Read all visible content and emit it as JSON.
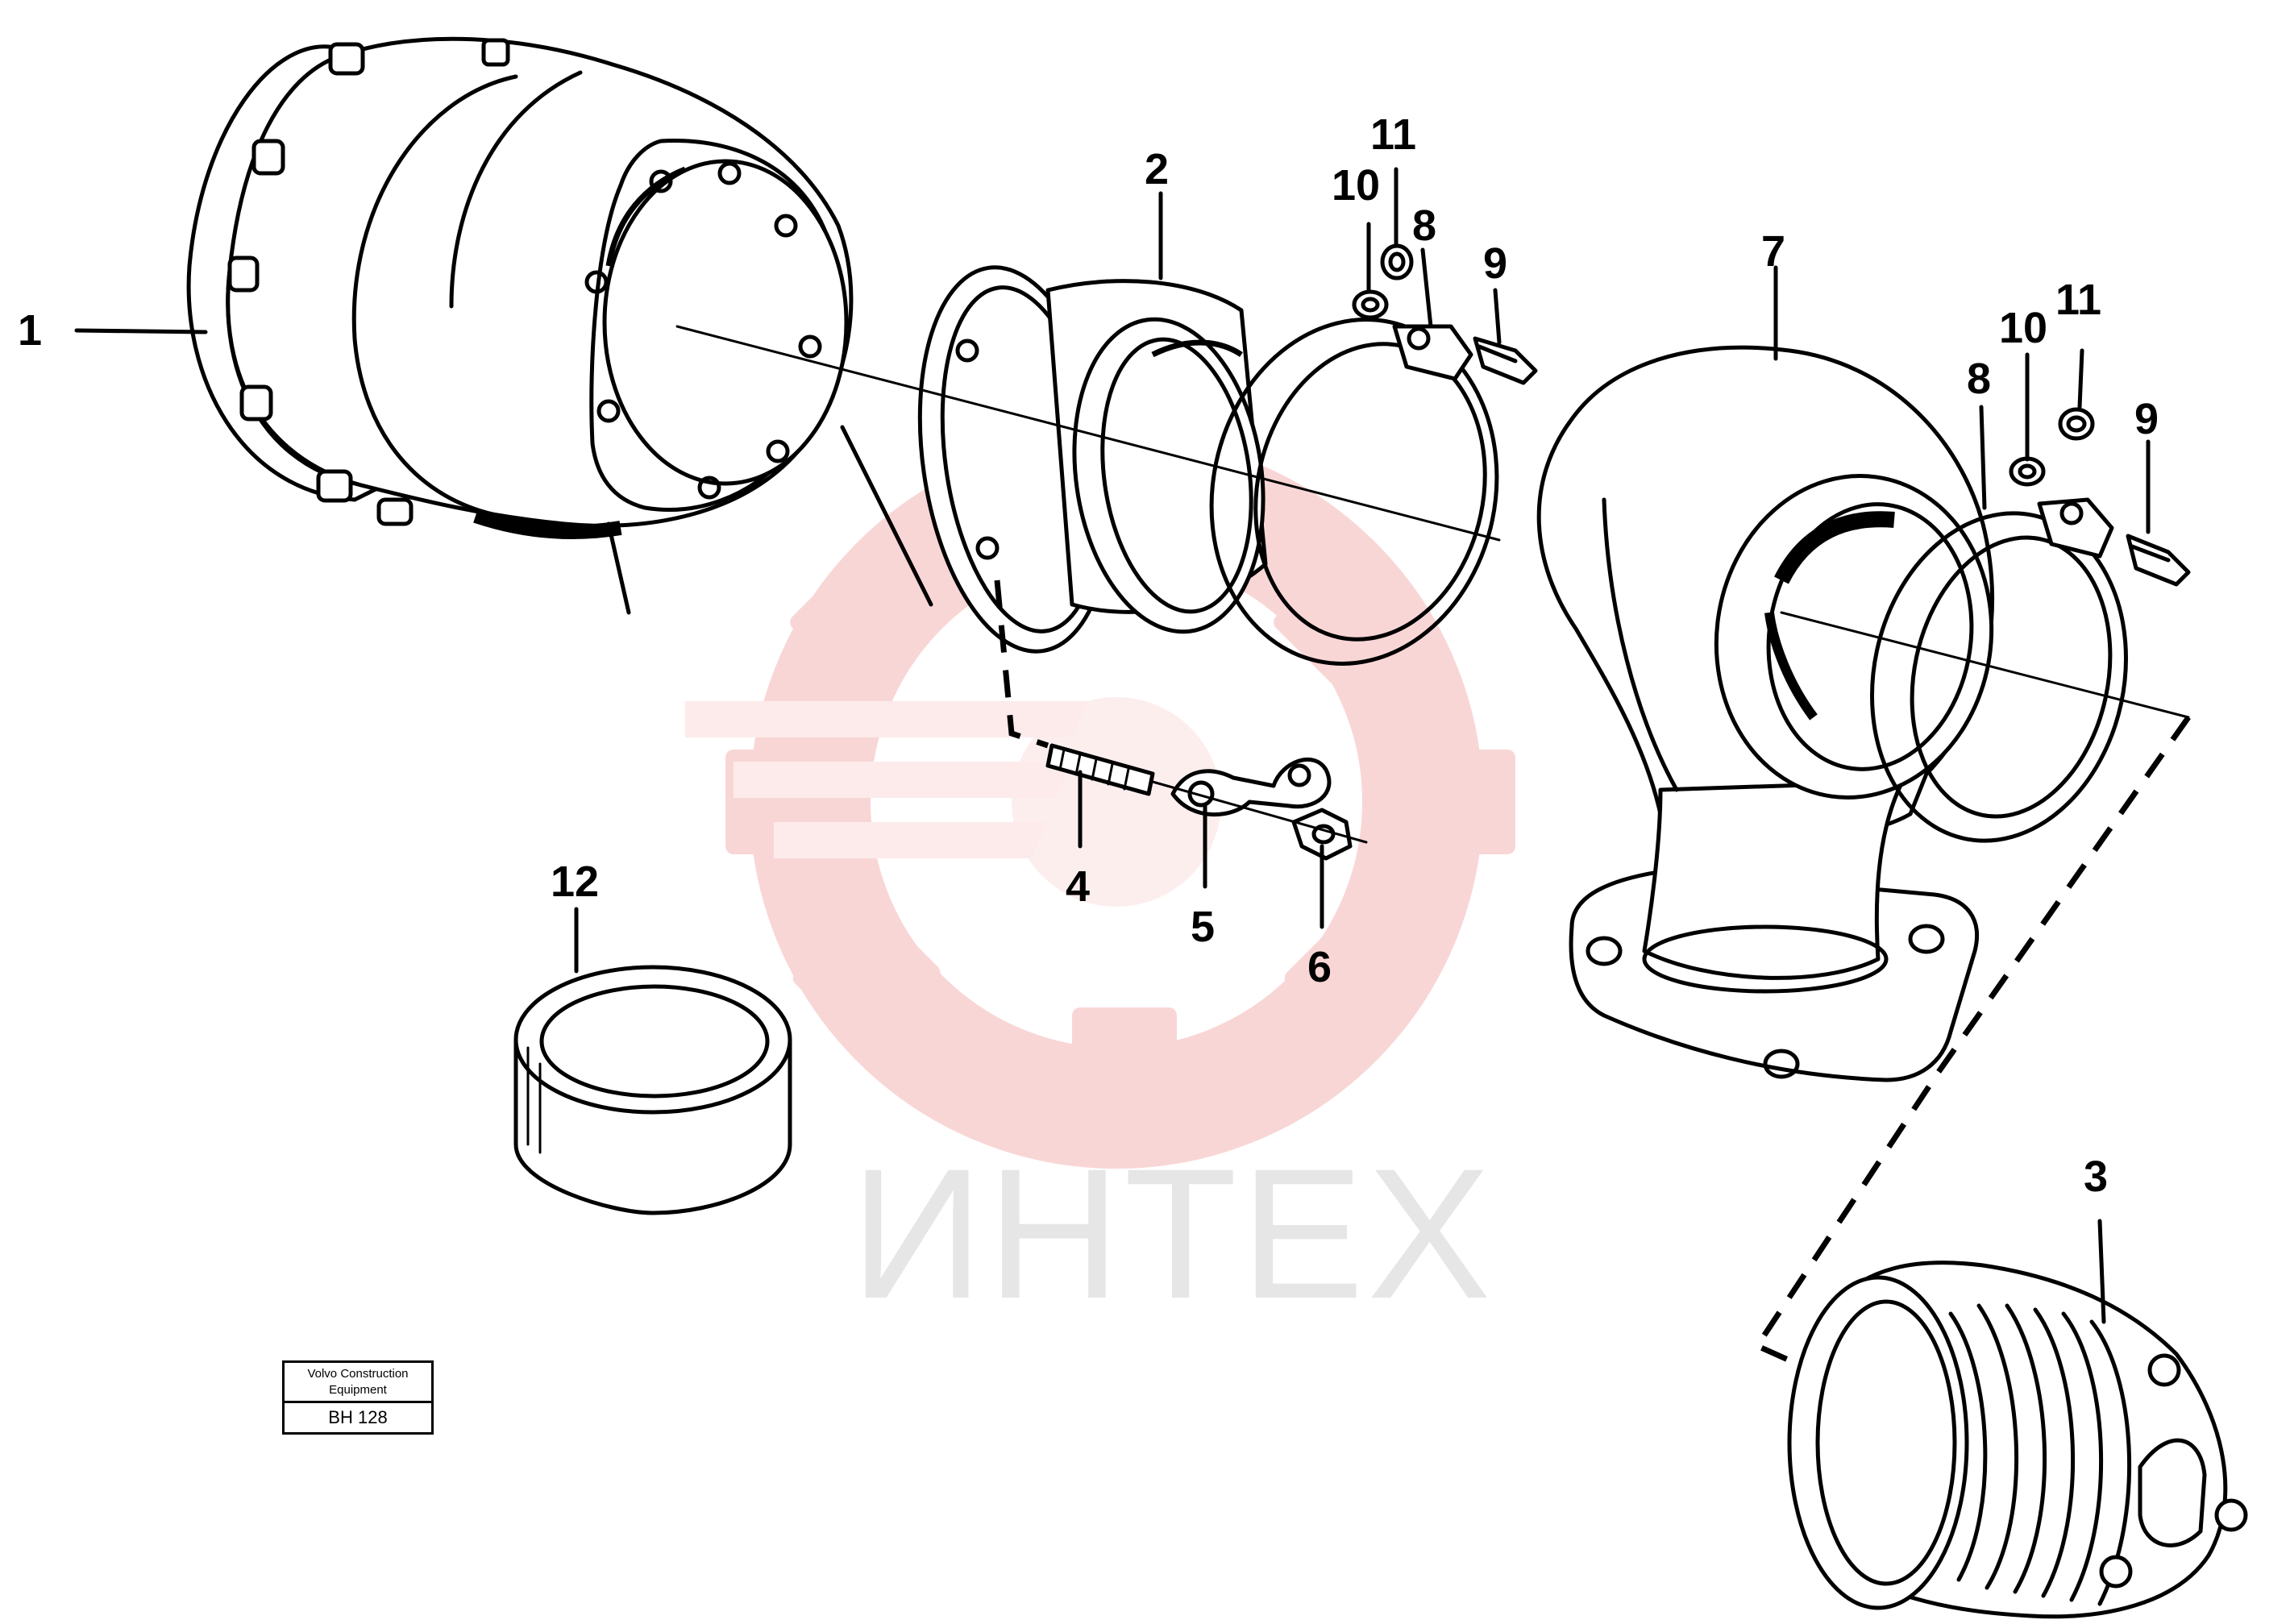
{
  "watermark": {
    "text": "ИНТЕХ",
    "logo": "gear-logo",
    "color": "#f7c6c6"
  },
  "callouts": [
    "1",
    "2",
    "3",
    "4",
    "5",
    "6",
    "7",
    "8",
    "9",
    "10",
    "11",
    "8",
    "9",
    "10",
    "11",
    "12"
  ],
  "footer": {
    "brand_line1": "Volvo Construction",
    "brand_line2": "Equipment",
    "code": "BH 128"
  }
}
